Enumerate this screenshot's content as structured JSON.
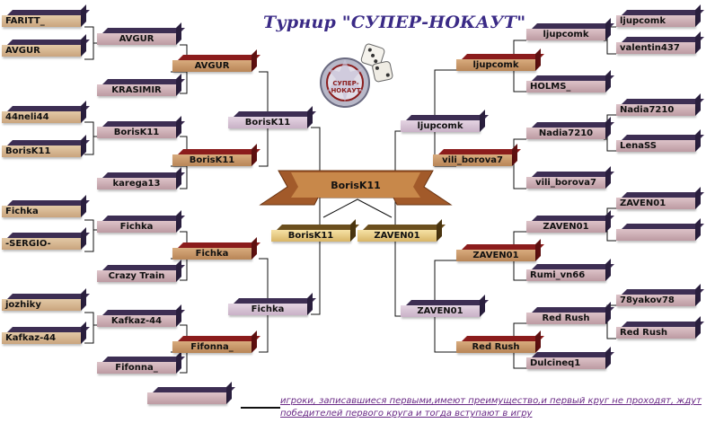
{
  "title": "Турнир \"СУПЕР-НОКАУТ\"",
  "logo_text": "СУПЕР-НОКАУТ",
  "colors": {
    "line": "#111111",
    "banner": "#a25a2a",
    "note": "#6a2a86"
  },
  "left": {
    "r1": [
      "FARITT_",
      "AVGUR",
      "44neli44",
      "BorisK11",
      "Fichka",
      "-SERGIO-",
      "jozhiky",
      "Kafkaz-44"
    ],
    "r2": [
      "AVGUR",
      "KRASIMIR",
      "BorisK11",
      "karega13",
      "Fichka",
      "Crazy Train",
      "Kafkaz-44",
      "Fifonna_"
    ],
    "r3": [
      "AVGUR",
      "BorisK11",
      "Fichka",
      "Fifonna_"
    ],
    "r4": [
      "BorisK11",
      "Fichka"
    ]
  },
  "right": {
    "r1": [
      "ljupcomk",
      "valentin437",
      "Nadia7210",
      "LenaSS",
      "ZAVEN01",
      "",
      "78yakov78",
      "Red Rush"
    ],
    "r2": [
      "ljupcomk",
      "HOLMS_",
      "Nadia7210",
      "vili_borova7",
      "ZAVEN01",
      "Rumi_vn66",
      "Red Rush",
      "Dulcineq1"
    ],
    "r3": [
      "ljupcomk",
      "vili_borova7",
      "ZAVEN01",
      "Red Rush"
    ],
    "r4": [
      "ljupcomk",
      "ZAVEN01"
    ]
  },
  "final": {
    "left": "BorisK11",
    "right": "ZAVEN01",
    "winner": "BorisK11"
  },
  "legend_box": "",
  "note": "игроки, записавшиеся первыми,имеют преимущество,и первый круг не проходят, ждут победителей первого круга и тогда вступают в игру"
}
